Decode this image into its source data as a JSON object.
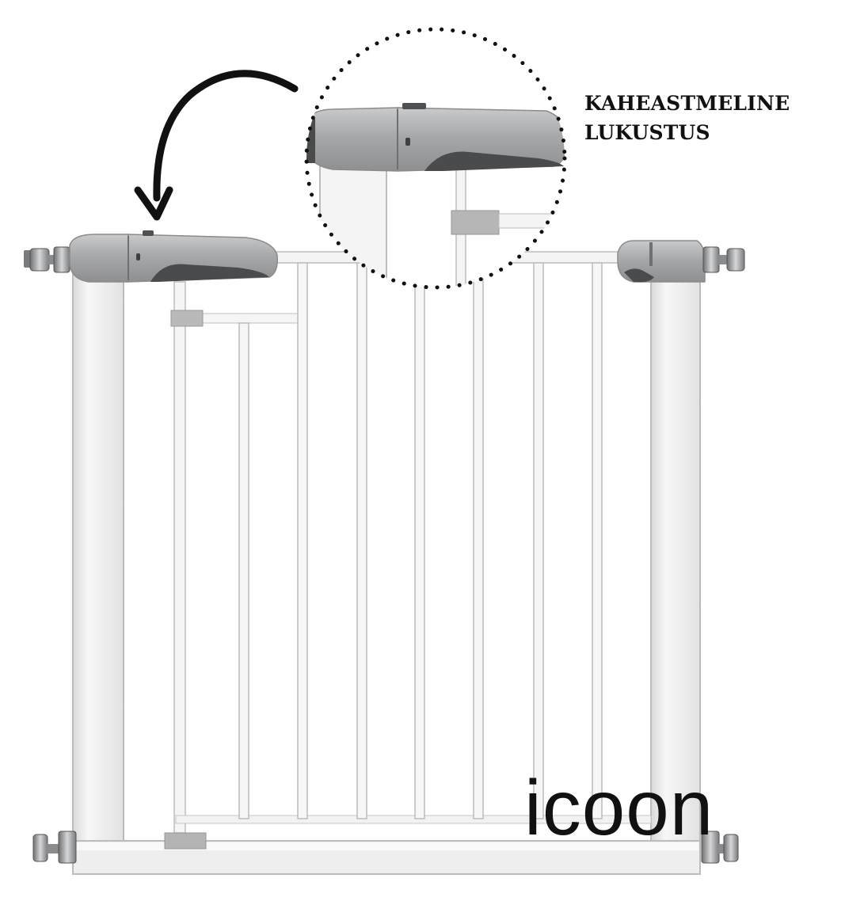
{
  "callout": {
    "line1": "KAHEASTMELINE",
    "line2": "LUKUSTUS"
  },
  "brand": {
    "logo_text": "icoon"
  },
  "colors": {
    "background": "#ffffff",
    "frame": "#f2f2f2",
    "frame_edge": "#bdbdbd",
    "handle": "#a9aaab",
    "handle_dark": "#4a4b4d",
    "text": "#111111"
  },
  "icons": {
    "arrow": "curved-arrow-icon",
    "zoom": "dotted-circle-magnifier"
  }
}
